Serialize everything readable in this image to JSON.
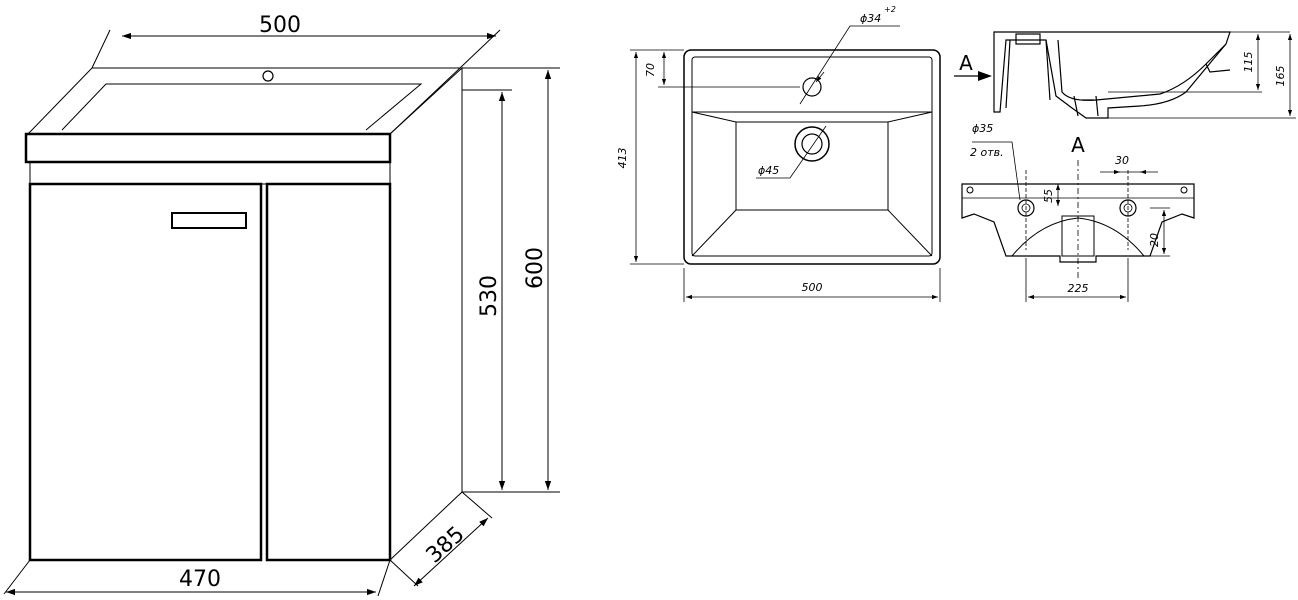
{
  "cabinet": {
    "top_width": "500",
    "bottom_width": "470",
    "body_height": "530",
    "total_height": "600",
    "depth": "385"
  },
  "basin_plan": {
    "faucet_hole": "ϕ34",
    "faucet_hole_tol": "+2",
    "faucet_offset": "70",
    "drain_hole": "ϕ45",
    "depth": "413",
    "width": "500"
  },
  "section": {
    "marker_left": "A",
    "marker_bottom": "A",
    "height_inner": "115",
    "height_total": "165"
  },
  "rear_view": {
    "hole_dia": "ϕ35",
    "hole_count": "2 отв.",
    "hole_size": "30",
    "hole_offset": "55",
    "drain_offset": "20",
    "hole_spacing": "225"
  }
}
